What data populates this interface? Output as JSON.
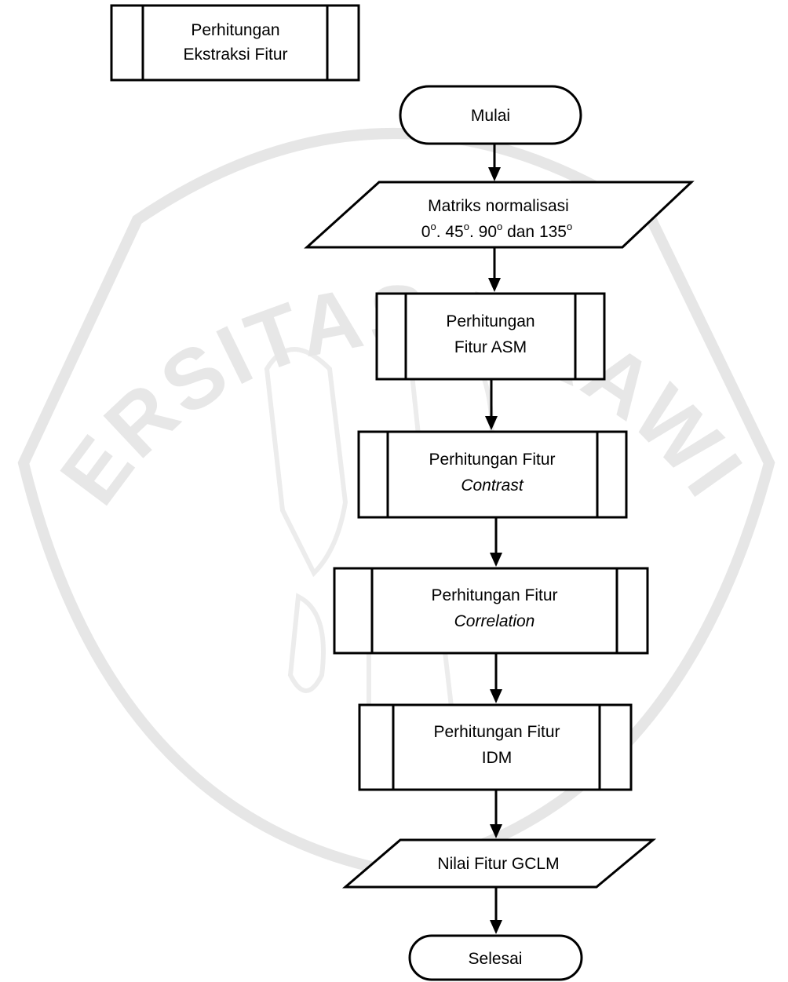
{
  "legend": {
    "label_lines": [
      "Perhitungan",
      "Ekstraksi Fitur"
    ]
  },
  "watermark": {
    "text": "UNIVERSITAS BRAWIJAYA"
  },
  "nodes": {
    "start": {
      "label": "Mulai"
    },
    "input": {
      "line1": "Matriks normalisasi",
      "line2": {
        "a": "0",
        "b": ". 45",
        "c": ". 90",
        "d": " dan 135",
        "degree": "o"
      }
    },
    "asm": {
      "line1": "Perhitungan",
      "line2": "Fitur ASM"
    },
    "contrast": {
      "line1": "Perhitungan Fitur",
      "line2": "Contrast"
    },
    "correlation": {
      "line1": "Perhitungan Fitur",
      "line2": "Correlation"
    },
    "idm": {
      "line1": "Perhitungan Fitur",
      "line2": "IDM"
    },
    "output": {
      "label": "Nilai Fitur GCLM"
    },
    "end": {
      "label": "Selesai"
    }
  }
}
